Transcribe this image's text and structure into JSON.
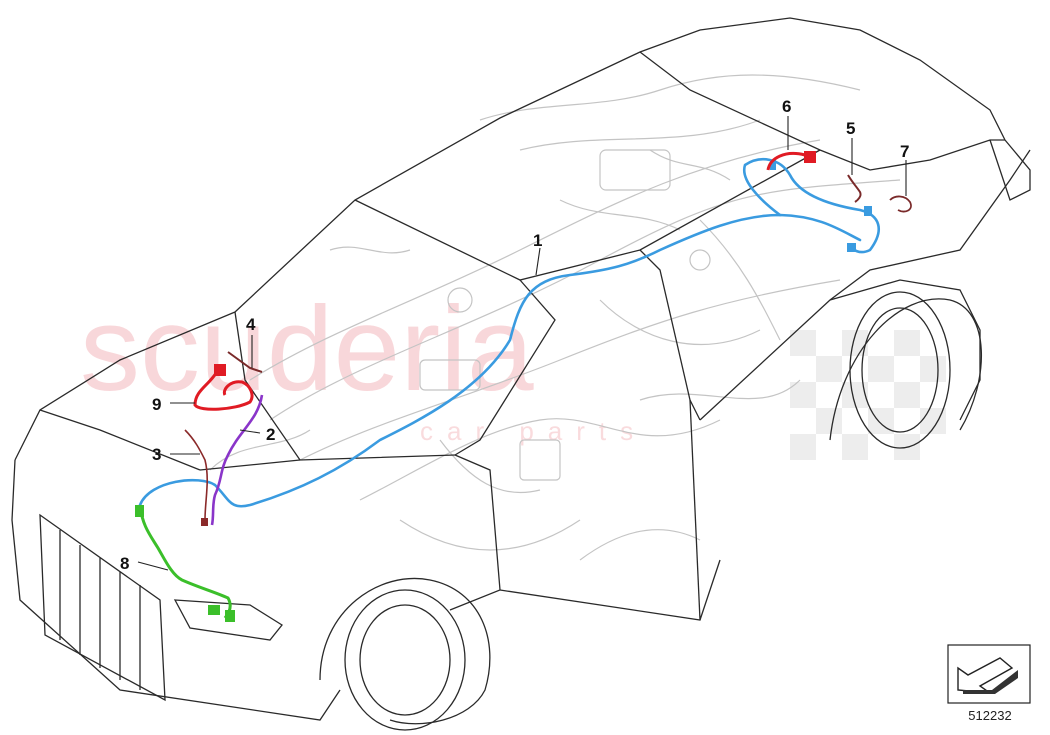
{
  "watermark": {
    "text": "scuderia",
    "subtext": "car parts"
  },
  "callouts": [
    "1",
    "2",
    "3",
    "4",
    "5",
    "6",
    "7",
    "8",
    "9"
  ],
  "diagram_id": "512232",
  "colors": {
    "harness_1": "#3a9be0",
    "harness_2": "#8a35c9",
    "harness_3": "#8b2a2a",
    "harness_4": "#7a2a2a",
    "harness_5": "#7a2a2a",
    "harness_6": "#e01b24",
    "harness_7": "#7a2a2a",
    "harness_8": "#3bbf2a",
    "harness_9": "#e01b24",
    "outline": "#2a2a2a",
    "ghost": "#bdbdbd"
  },
  "icons": {
    "nav": "arrow-down-left-icon"
  }
}
